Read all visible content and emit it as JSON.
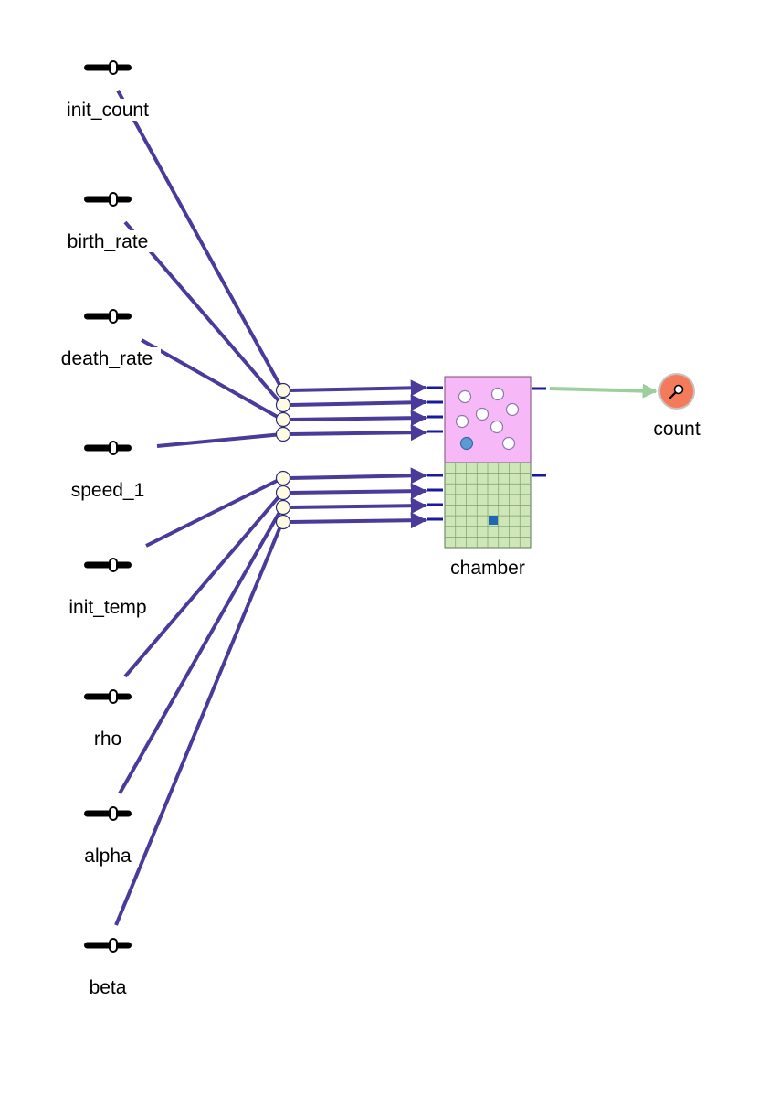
{
  "parameters": [
    {
      "id": "init_count",
      "label": "init_count"
    },
    {
      "id": "birth_rate",
      "label": "birth_rate"
    },
    {
      "id": "death_rate",
      "label": "death_rate"
    },
    {
      "id": "speed_1",
      "label": "speed_1"
    },
    {
      "id": "init_temp",
      "label": "init_temp"
    },
    {
      "id": "rho",
      "label": "rho"
    },
    {
      "id": "alpha",
      "label": "alpha"
    },
    {
      "id": "beta",
      "label": "beta"
    }
  ],
  "chamber": {
    "label": "chamber"
  },
  "count": {
    "label": "count"
  },
  "colors": {
    "link": "#4a3a9a",
    "port": "#1a1aa0",
    "particle_panel": "#f7b8f7",
    "grid_panel": "#cfe6b8",
    "grid_line": "#7aa070",
    "marker": "#1f66b3",
    "particle_marker": "#5b9bd5",
    "output_link": "#9ccf9c",
    "count_node": "#f47a5c",
    "node_fill": "#fffbe0"
  },
  "icons": {
    "slider": "slider-icon",
    "count": "magnifier-icon"
  }
}
